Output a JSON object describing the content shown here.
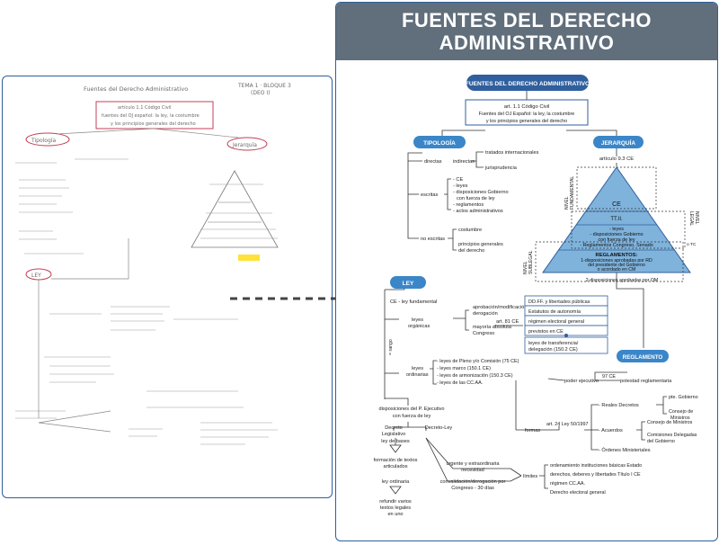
{
  "banner": {
    "line1": "FUENTES DEL DERECHO",
    "line2": "ADMINISTRATIVO"
  },
  "colors": {
    "blue_dark": "#2f5f9e",
    "blue_pill": "#3a86c8",
    "pyramid_fill": "#7fb3dc",
    "banner_gray": "#616e7b",
    "handwriting_red": "#c0405a",
    "highlight_yellow": "#ffe23a"
  },
  "diagram": {
    "title": "FUENTES DEL DERECHO ADMINISTRATIVO",
    "art11": [
      "art. 1.1 Código Civil",
      "Fuentes del OJ Español: la ley, la costumbre",
      "y los principios generales del derecho"
    ],
    "tipologia": {
      "label": "TIPOLOGÍA",
      "directas": "directas",
      "indirectas": "indirectas",
      "tratados": "tratados internacionales",
      "jurisprudencia": "jurisprudencia",
      "escritas": "escritas",
      "escritas_items": [
        "- CE",
        "- leyes",
        "- disposiciones Gobierno",
        "con fuerza de ley",
        "- reglamentos",
        "- actos administrativos"
      ],
      "no_escritas": "no escritas",
      "costumbre": "costumbre",
      "principios": [
        "principios generales",
        "del derecho"
      ]
    },
    "jerarquia": {
      "label": "JERARQUÍA",
      "articulo": "artículo 9.3 CE",
      "nivel_fundamental": [
        "NIVEL",
        "FUNDAMENTAL"
      ],
      "nivel_legal": [
        "NIVEL",
        "LEGAL"
      ],
      "nivel_sublegal": [
        "NIVEL",
        "SUBLEGAL"
      ],
      "ce": "CE",
      "ttii": "TT.II.",
      "legal_items": [
        "- leyes",
        "- disposiciones Gobierno",
        "con fuerza de ley",
        "- Reglamentos Congreso, Senado",
        "o TC"
      ],
      "reglamentos_title": "REGLAMENTOS:",
      "reglamentos_items": [
        "1-disposiciones aprobadas por RD",
        "del presidente del Gobierno",
        "o acordado en CM",
        "2-disposiciones aprobadas por OM"
      ]
    },
    "ley": {
      "label": "LEY",
      "ce_fundamental": "CE - ley fundamental",
      "organicas": [
        "leyes",
        "orgánicas"
      ],
      "aprobacion": [
        "aprobación/modificación/",
        "derogación"
      ],
      "mayoria": [
        "mayoría absoluta",
        "Congreso"
      ],
      "art81": "art. 81 CE",
      "art81_items": [
        "DD.FF. y libertades públicas",
        "Estatutos de autonomía",
        "régimen electoral general",
        "previstos en CE"
      ],
      "transferencia": [
        "leyes de transferencia/",
        "delegación (150.2 CE)"
      ],
      "rango": "= rango",
      "ordinarias": [
        "leyes",
        "ordinarias"
      ],
      "ordinarias_items": [
        "- leyes de Pleno y/o Comisión (75 CE)",
        "- leyes marco (150.1 CE)",
        "- leyes de armonización (150.3 CE)",
        "- leyes de las CC.AA."
      ],
      "disposiciones": [
        "disposiciones del P. Ejecutivo",
        "con fuerza de ley"
      ],
      "decreto_legislativo": [
        "Decreto",
        "Legislativo"
      ],
      "decreto_ley": "Decreto-Ley",
      "ley_bases": "ley de bases",
      "formacion": [
        "formación de textos",
        "articulados"
      ],
      "ley_ordinaria": "ley ordinaria",
      "refundir": [
        "refundir varios",
        "textos legales",
        "en uno"
      ],
      "urgente": [
        "urgente y extraordinaria",
        "necesidad"
      ],
      "convalidacion": [
        "convalidación/derogación por",
        "Congreso - 30 días"
      ],
      "limites": "límites",
      "limites_items": [
        "ordenamiento instituciones básicas Estado",
        "derechos, deberes y libertades Título I CE",
        "régimen CC.AA.",
        "Derecho electoral general"
      ]
    },
    "reglamento": {
      "label": "REGLAMENTO",
      "poder_ejecutivo": "poder ejecutivo",
      "art97": "97 CE",
      "potestad": "potestad reglamentaria",
      "formas": "formas",
      "art24": "art. 24 Ley 50/1997",
      "reales_decretos": "- Reales Decretos",
      "pte_gobierno": "pte. Gobierno",
      "consejo_ministros": [
        "Consejo de",
        "Ministros"
      ],
      "acuerdos": "- Acuerdos",
      "consejo_ministros2": "Consejo de Ministros",
      "comisiones": [
        "Comisiones Delegadas",
        "del Gobierno"
      ],
      "ordenes": "- Órdenes Ministeriales"
    }
  },
  "handwritten": {
    "title": "Fuentes del Derecho Administrativo",
    "tema": [
      "TEMA 1 · BLOQUE 3",
      "(DEO I)"
    ],
    "box": [
      "artículo 1.1 Código Civil",
      "fuentes del OJ español: la ley, la costumbre",
      "y los principios generales del derecho"
    ],
    "tipologia": "Tipología",
    "jerarquia": "Jerarquía",
    "ley": "LEY"
  }
}
